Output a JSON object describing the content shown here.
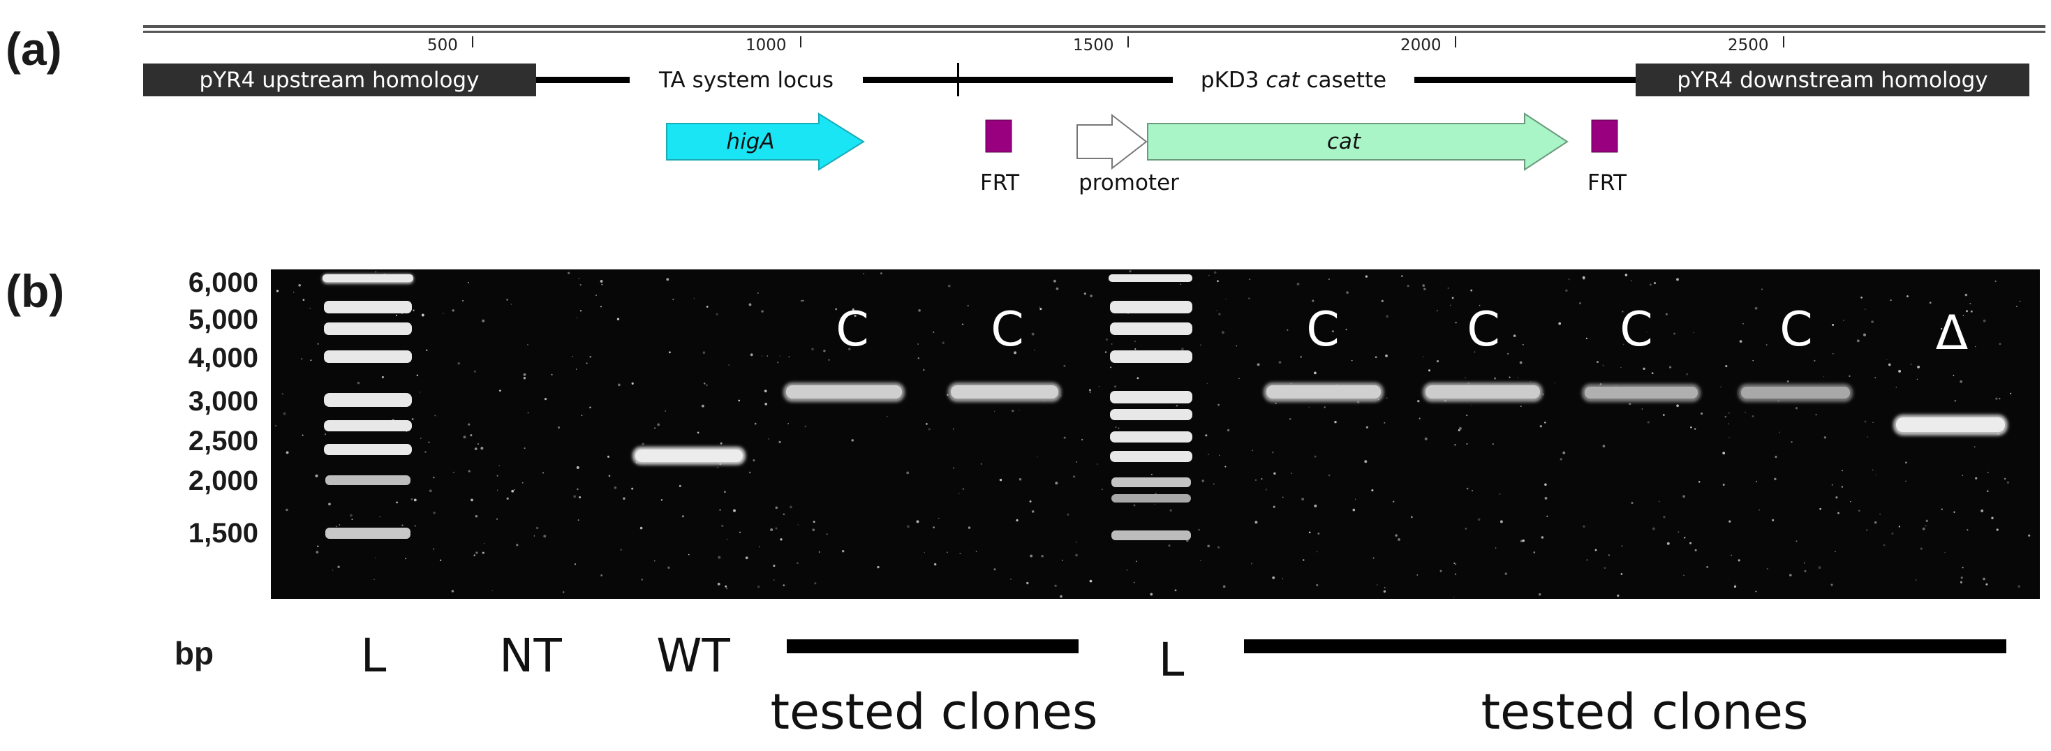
{
  "panel_a": {
    "label": "(a)",
    "ruler_ticks": [
      "500",
      "1000",
      "1500",
      "2000",
      "2500"
    ],
    "segments": {
      "upstream": "pYR4 upstream homology",
      "ta_locus": "TA system locus",
      "pkd3_pre": "pKD3 ",
      "pkd3_gene": "cat",
      "pkd3_post": " casette",
      "downstream": "pYR4 downstream homology"
    },
    "features": {
      "higA": "higA",
      "frt1": "FRT",
      "promoter": "promoter",
      "cat": "cat",
      "frt2": "FRT"
    },
    "colors": {
      "homology_box": "#2f2f2f",
      "higA": "#19e5f5",
      "cat": "#aaf5c8",
      "frt": "#990080",
      "promoter": "#ffffff"
    }
  },
  "panel_b": {
    "label": "(b)",
    "bp_unit": "bp",
    "size_labels": [
      "6,000",
      "5,000",
      "4,000",
      "3,000",
      "2,500",
      "2,000",
      "1,500"
    ],
    "lane_labels": {
      "l1": "L",
      "nt": "NT",
      "wt": "WT",
      "l2": "L"
    },
    "clone_marks": [
      "C",
      "C",
      "C",
      "C",
      "C",
      "C",
      "Δ"
    ],
    "group_labels": {
      "group1": "tested clones",
      "group2": "tested clones"
    }
  }
}
